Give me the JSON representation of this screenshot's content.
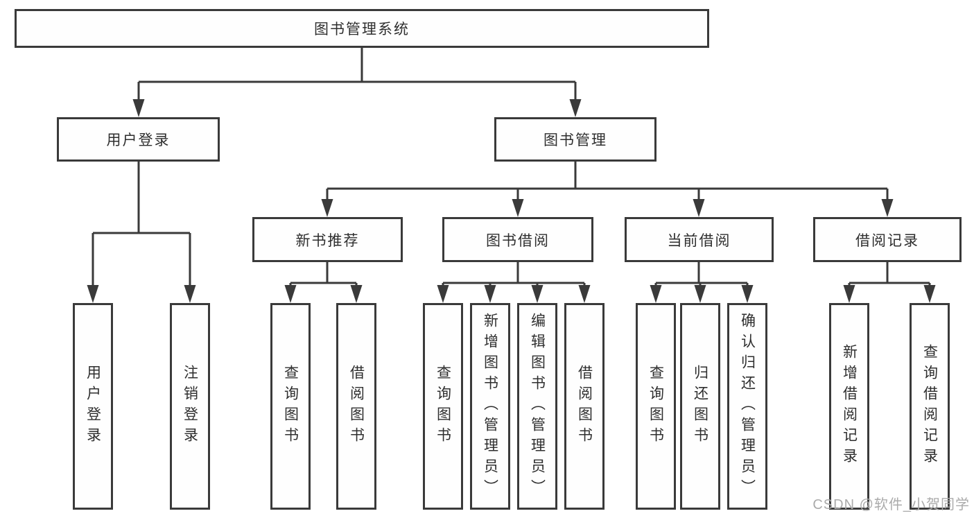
{
  "tree": {
    "label": "图书管理系统",
    "children": [
      {
        "label": "用户登录",
        "children": [
          {
            "label": "用户登录"
          },
          {
            "label": "注销登录"
          }
        ]
      },
      {
        "label": "图书管理",
        "children": [
          {
            "label": "新书推荐",
            "children": [
              {
                "label": "查询图书"
              },
              {
                "label": "借阅图书"
              }
            ]
          },
          {
            "label": "图书借阅",
            "children": [
              {
                "label": "查询图书"
              },
              {
                "label": "新增图书（管理员）"
              },
              {
                "label": "编辑图书（管理员）"
              },
              {
                "label": "借阅图书"
              }
            ]
          },
          {
            "label": "当前借阅",
            "children": [
              {
                "label": "查询图书"
              },
              {
                "label": "归还图书"
              },
              {
                "label": "确认归还（管理员）"
              }
            ]
          },
          {
            "label": "借阅记录",
            "children": [
              {
                "label": "新增借阅记录"
              },
              {
                "label": "查询借阅记录"
              }
            ]
          }
        ]
      }
    ]
  },
  "watermark": {
    "text": "CSDN @软件_小贺同学"
  },
  "colors": {
    "line": "#3a3a3a",
    "box_fill": "#fefefe",
    "text": "#2e2e2e",
    "watermark": "#ababab",
    "background": "#ffffff"
  }
}
